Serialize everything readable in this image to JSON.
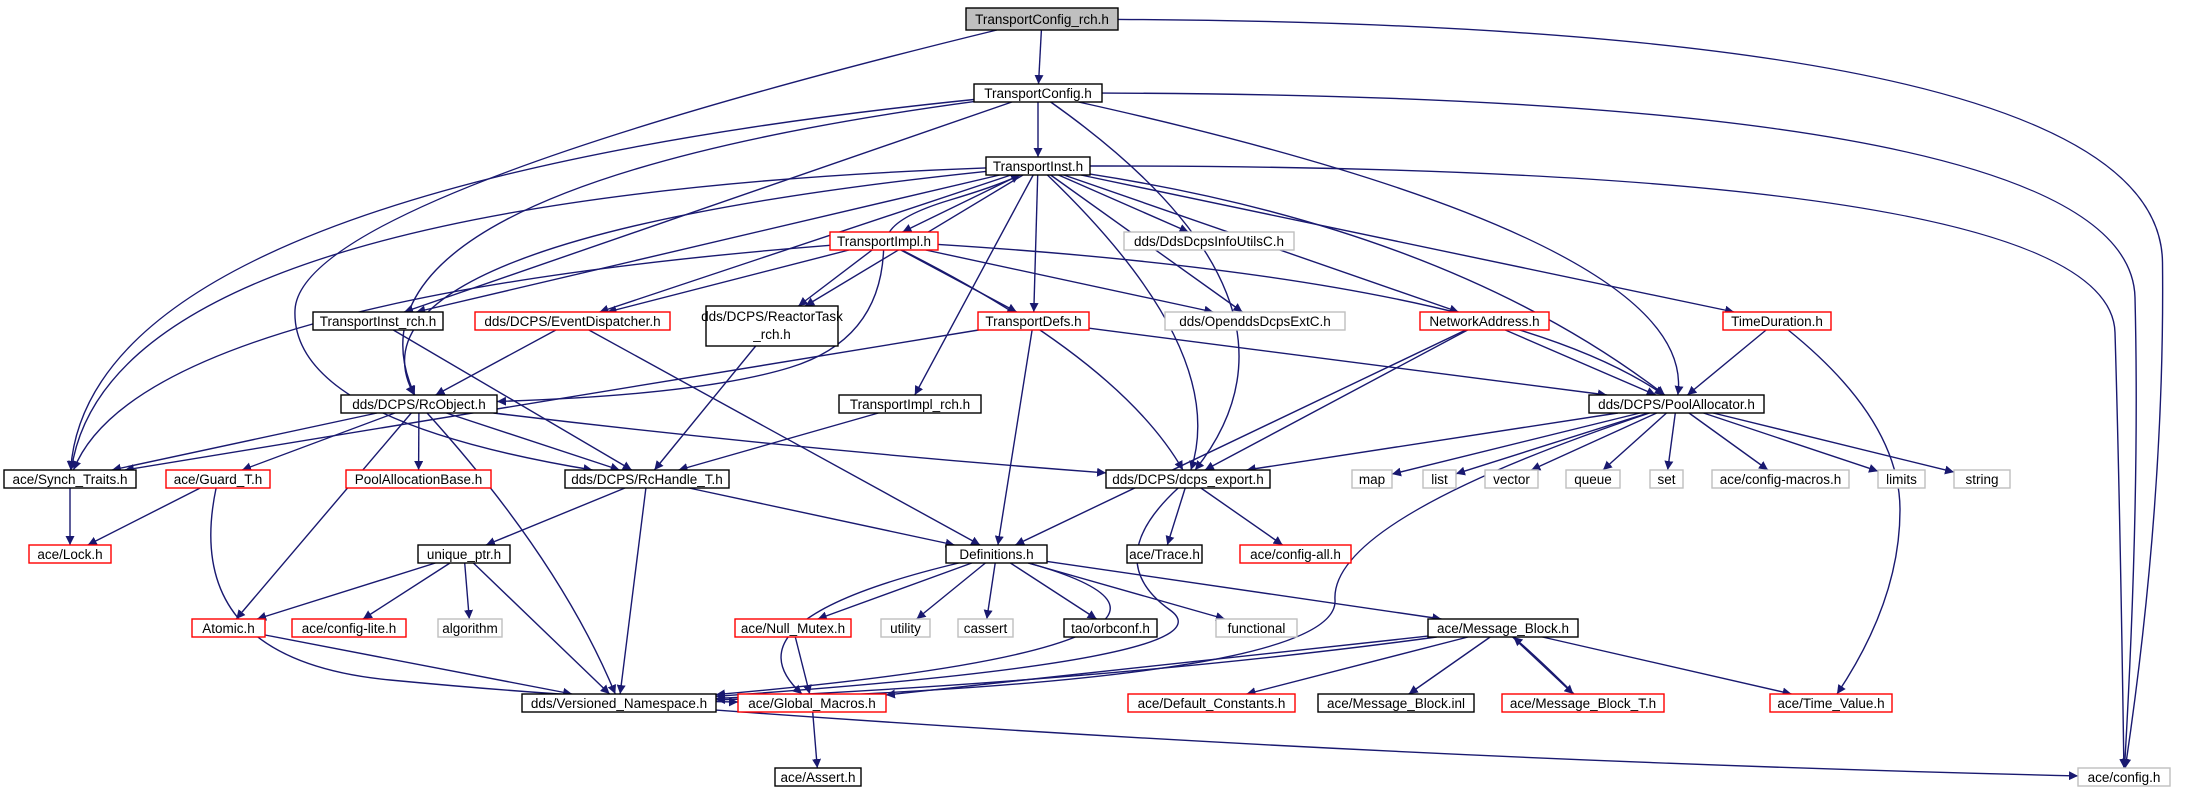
{
  "colors": {
    "edge": "#191970",
    "border_default": "#000000",
    "border_red": "#ff0000",
    "border_gray": "#bfbfbf",
    "root_fill": "#bfbfbf",
    "node_fill": "#ffffff"
  },
  "nodes": [
    {
      "id": "TransportConfig_rch",
      "label": "TransportConfig_rch.h",
      "style": "root"
    },
    {
      "id": "TransportConfig",
      "label": "TransportConfig.h",
      "style": "black"
    },
    {
      "id": "TransportInst",
      "label": "TransportInst.h",
      "style": "black"
    },
    {
      "id": "TransportImpl",
      "label": "TransportImpl.h",
      "style": "red"
    },
    {
      "id": "DdsDcpsInfoUtilsC",
      "label": "dds/DdsDcpsInfoUtilsC.h",
      "style": "gray"
    },
    {
      "id": "TransportInst_rch",
      "label": "TransportInst_rch.h",
      "style": "black"
    },
    {
      "id": "EventDispatcher",
      "label": "dds/DCPS/EventDispatcher.h",
      "style": "red"
    },
    {
      "id": "ReactorTask_rch",
      "label": "dds/DCPS/ReactorTask",
      "label2": "_rch.h",
      "style": "black"
    },
    {
      "id": "TransportDefs",
      "label": "TransportDefs.h",
      "style": "red"
    },
    {
      "id": "OpenddsDcpsExtC",
      "label": "dds/OpenddsDcpsExtC.h",
      "style": "gray"
    },
    {
      "id": "NetworkAddress",
      "label": "NetworkAddress.h",
      "style": "red"
    },
    {
      "id": "TimeDuration",
      "label": "TimeDuration.h",
      "style": "red"
    },
    {
      "id": "RcObject",
      "label": "dds/DCPS/RcObject.h",
      "style": "black"
    },
    {
      "id": "TransportImpl_rch",
      "label": "TransportImpl_rch.h",
      "style": "black"
    },
    {
      "id": "PoolAllocator",
      "label": "dds/DCPS/PoolAllocator.h",
      "style": "black"
    },
    {
      "id": "Synch_Traits",
      "label": "ace/Synch_Traits.h",
      "style": "black"
    },
    {
      "id": "Guard_T",
      "label": "ace/Guard_T.h",
      "style": "red"
    },
    {
      "id": "PoolAllocationBase",
      "label": "PoolAllocationBase.h",
      "style": "red"
    },
    {
      "id": "RcHandle_T",
      "label": "dds/DCPS/RcHandle_T.h",
      "style": "black"
    },
    {
      "id": "dcps_export",
      "label": "dds/DCPS/dcps_export.h",
      "style": "black"
    },
    {
      "id": "map",
      "label": "map",
      "style": "gray"
    },
    {
      "id": "list",
      "label": "list",
      "style": "gray"
    },
    {
      "id": "vector",
      "label": "vector",
      "style": "gray"
    },
    {
      "id": "queue",
      "label": "queue",
      "style": "gray"
    },
    {
      "id": "set",
      "label": "set",
      "style": "gray"
    },
    {
      "id": "config_macros",
      "label": "ace/config-macros.h",
      "style": "gray"
    },
    {
      "id": "limits",
      "label": "limits",
      "style": "gray"
    },
    {
      "id": "string",
      "label": "string",
      "style": "gray"
    },
    {
      "id": "Lock",
      "label": "ace/Lock.h",
      "style": "red"
    },
    {
      "id": "unique_ptr",
      "label": "unique_ptr.h",
      "style": "black"
    },
    {
      "id": "Definitions",
      "label": "Definitions.h",
      "style": "black"
    },
    {
      "id": "Trace",
      "label": "ace/Trace.h",
      "style": "black"
    },
    {
      "id": "config_all",
      "label": "ace/config-all.h",
      "style": "red"
    },
    {
      "id": "Atomic",
      "label": "Atomic.h",
      "style": "red"
    },
    {
      "id": "config_lite",
      "label": "ace/config-lite.h",
      "style": "red"
    },
    {
      "id": "algorithm",
      "label": "algorithm",
      "style": "gray"
    },
    {
      "id": "Null_Mutex",
      "label": "ace/Null_Mutex.h",
      "style": "red"
    },
    {
      "id": "utility",
      "label": "utility",
      "style": "gray"
    },
    {
      "id": "cassert",
      "label": "cassert",
      "style": "gray"
    },
    {
      "id": "orbconf",
      "label": "tao/orbconf.h",
      "style": "black"
    },
    {
      "id": "functional",
      "label": "functional",
      "style": "gray"
    },
    {
      "id": "Message_Block",
      "label": "ace/Message_Block.h",
      "style": "black"
    },
    {
      "id": "Versioned_Namespace",
      "label": "dds/Versioned_Namespace.h",
      "style": "black"
    },
    {
      "id": "Global_Macros",
      "label": "ace/Global_Macros.h",
      "style": "red"
    },
    {
      "id": "Default_Constants",
      "label": "ace/Default_Constants.h",
      "style": "red"
    },
    {
      "id": "Message_Block_inl",
      "label": "ace/Message_Block.inl",
      "style": "black"
    },
    {
      "id": "Message_Block_T",
      "label": "ace/Message_Block_T.h",
      "style": "red"
    },
    {
      "id": "Time_Value",
      "label": "ace/Time_Value.h",
      "style": "red"
    },
    {
      "id": "Assert",
      "label": "ace/Assert.h",
      "style": "black"
    },
    {
      "id": "config",
      "label": "ace/config.h",
      "style": "gray"
    }
  ],
  "edges": [
    [
      "TransportConfig_rch",
      "TransportConfig"
    ],
    [
      "TransportConfig_rch",
      "RcHandle_T"
    ],
    [
      "TransportConfig_rch",
      "config"
    ],
    [
      "TransportConfig",
      "TransportInst"
    ],
    [
      "TransportConfig",
      "TransportInst_rch"
    ],
    [
      "TransportConfig",
      "RcObject"
    ],
    [
      "TransportConfig",
      "Synch_Traits"
    ],
    [
      "TransportConfig",
      "PoolAllocator"
    ],
    [
      "TransportConfig",
      "dcps_export"
    ],
    [
      "TransportConfig",
      "config"
    ],
    [
      "TransportInst",
      "TransportImpl"
    ],
    [
      "TransportInst",
      "DdsDcpsInfoUtilsC"
    ],
    [
      "TransportInst",
      "TransportInst_rch"
    ],
    [
      "TransportInst",
      "EventDispatcher"
    ],
    [
      "TransportInst",
      "ReactorTask_rch"
    ],
    [
      "TransportInst",
      "TransportDefs"
    ],
    [
      "TransportInst",
      "OpenddsDcpsExtC"
    ],
    [
      "TransportInst",
      "NetworkAddress"
    ],
    [
      "TransportInst",
      "TimeDuration"
    ],
    [
      "TransportInst",
      "RcObject"
    ],
    [
      "TransportInst",
      "TransportImpl_rch"
    ],
    [
      "TransportInst",
      "PoolAllocator"
    ],
    [
      "TransportInst",
      "Synch_Traits"
    ],
    [
      "TransportInst",
      "dcps_export"
    ],
    [
      "TransportInst",
      "config"
    ],
    [
      "TransportImpl",
      "TransportInst"
    ],
    [
      "TransportImpl",
      "EventDispatcher"
    ],
    [
      "TransportImpl",
      "ReactorTask_rch"
    ],
    [
      "TransportImpl",
      "TransportDefs"
    ],
    [
      "TransportImpl",
      "OpenddsDcpsExtC"
    ],
    [
      "TransportImpl",
      "RcObject"
    ],
    [
      "TransportImpl",
      "PoolAllocator"
    ],
    [
      "TransportImpl",
      "Synch_Traits"
    ],
    [
      "TransportImpl",
      "dcps_export"
    ],
    [
      "TransportInst_rch",
      "RcHandle_T"
    ],
    [
      "EventDispatcher",
      "RcObject"
    ],
    [
      "EventDispatcher",
      "Definitions"
    ],
    [
      "ReactorTask_rch",
      "RcHandle_T"
    ],
    [
      "TransportDefs",
      "Synch_Traits"
    ],
    [
      "TransportDefs",
      "PoolAllocator"
    ],
    [
      "TransportDefs",
      "Definitions"
    ],
    [
      "NetworkAddress",
      "PoolAllocator"
    ],
    [
      "NetworkAddress",
      "dcps_export"
    ],
    [
      "NetworkAddress",
      "Definitions"
    ],
    [
      "TimeDuration",
      "PoolAllocator"
    ],
    [
      "TimeDuration",
      "Time_Value"
    ],
    [
      "RcObject",
      "Synch_Traits"
    ],
    [
      "RcObject",
      "Guard_T"
    ],
    [
      "RcObject",
      "PoolAllocationBase"
    ],
    [
      "RcObject",
      "RcHandle_T"
    ],
    [
      "RcObject",
      "dcps_export"
    ],
    [
      "RcObject",
      "Atomic"
    ],
    [
      "RcObject",
      "Versioned_Namespace"
    ],
    [
      "TransportImpl_rch",
      "RcHandle_T"
    ],
    [
      "PoolAllocator",
      "dcps_export"
    ],
    [
      "PoolAllocator",
      "map"
    ],
    [
      "PoolAllocator",
      "list"
    ],
    [
      "PoolAllocator",
      "vector"
    ],
    [
      "PoolAllocator",
      "queue"
    ],
    [
      "PoolAllocator",
      "set"
    ],
    [
      "PoolAllocator",
      "config_macros"
    ],
    [
      "PoolAllocator",
      "limits"
    ],
    [
      "PoolAllocator",
      "string"
    ],
    [
      "PoolAllocator",
      "Versioned_Namespace"
    ],
    [
      "Synch_Traits",
      "Lock"
    ],
    [
      "Guard_T",
      "Lock"
    ],
    [
      "Guard_T",
      "Global_Macros"
    ],
    [
      "RcHandle_T",
      "unique_ptr"
    ],
    [
      "RcHandle_T",
      "Definitions"
    ],
    [
      "RcHandle_T",
      "Versioned_Namespace"
    ],
    [
      "dcps_export",
      "Trace"
    ],
    [
      "dcps_export",
      "config_all"
    ],
    [
      "dcps_export",
      "Versioned_Namespace"
    ],
    [
      "unique_ptr",
      "Atomic"
    ],
    [
      "unique_ptr",
      "config_lite"
    ],
    [
      "unique_ptr",
      "algorithm"
    ],
    [
      "unique_ptr",
      "Versioned_Namespace"
    ],
    [
      "Atomic",
      "Versioned_Namespace"
    ],
    [
      "Definitions",
      "Null_Mutex"
    ],
    [
      "Definitions",
      "utility"
    ],
    [
      "Definitions",
      "cassert"
    ],
    [
      "Definitions",
      "orbconf"
    ],
    [
      "Definitions",
      "functional"
    ],
    [
      "Definitions",
      "Message_Block"
    ],
    [
      "Definitions",
      "Global_Macros"
    ],
    [
      "Definitions",
      "Versioned_Namespace"
    ],
    [
      "Null_Mutex",
      "Global_Macros"
    ],
    [
      "Message_Block",
      "Default_Constants"
    ],
    [
      "Message_Block",
      "Message_Block_inl"
    ],
    [
      "Message_Block",
      "Message_Block_T"
    ],
    [
      "Message_Block",
      "Time_Value"
    ],
    [
      "Message_Block",
      "Global_Macros"
    ],
    [
      "Message_Block",
      "Versioned_Namespace"
    ],
    [
      "Message_Block_T",
      "Message_Block"
    ],
    [
      "Global_Macros",
      "Assert"
    ],
    [
      "Versioned_Namespace",
      "config"
    ]
  ]
}
